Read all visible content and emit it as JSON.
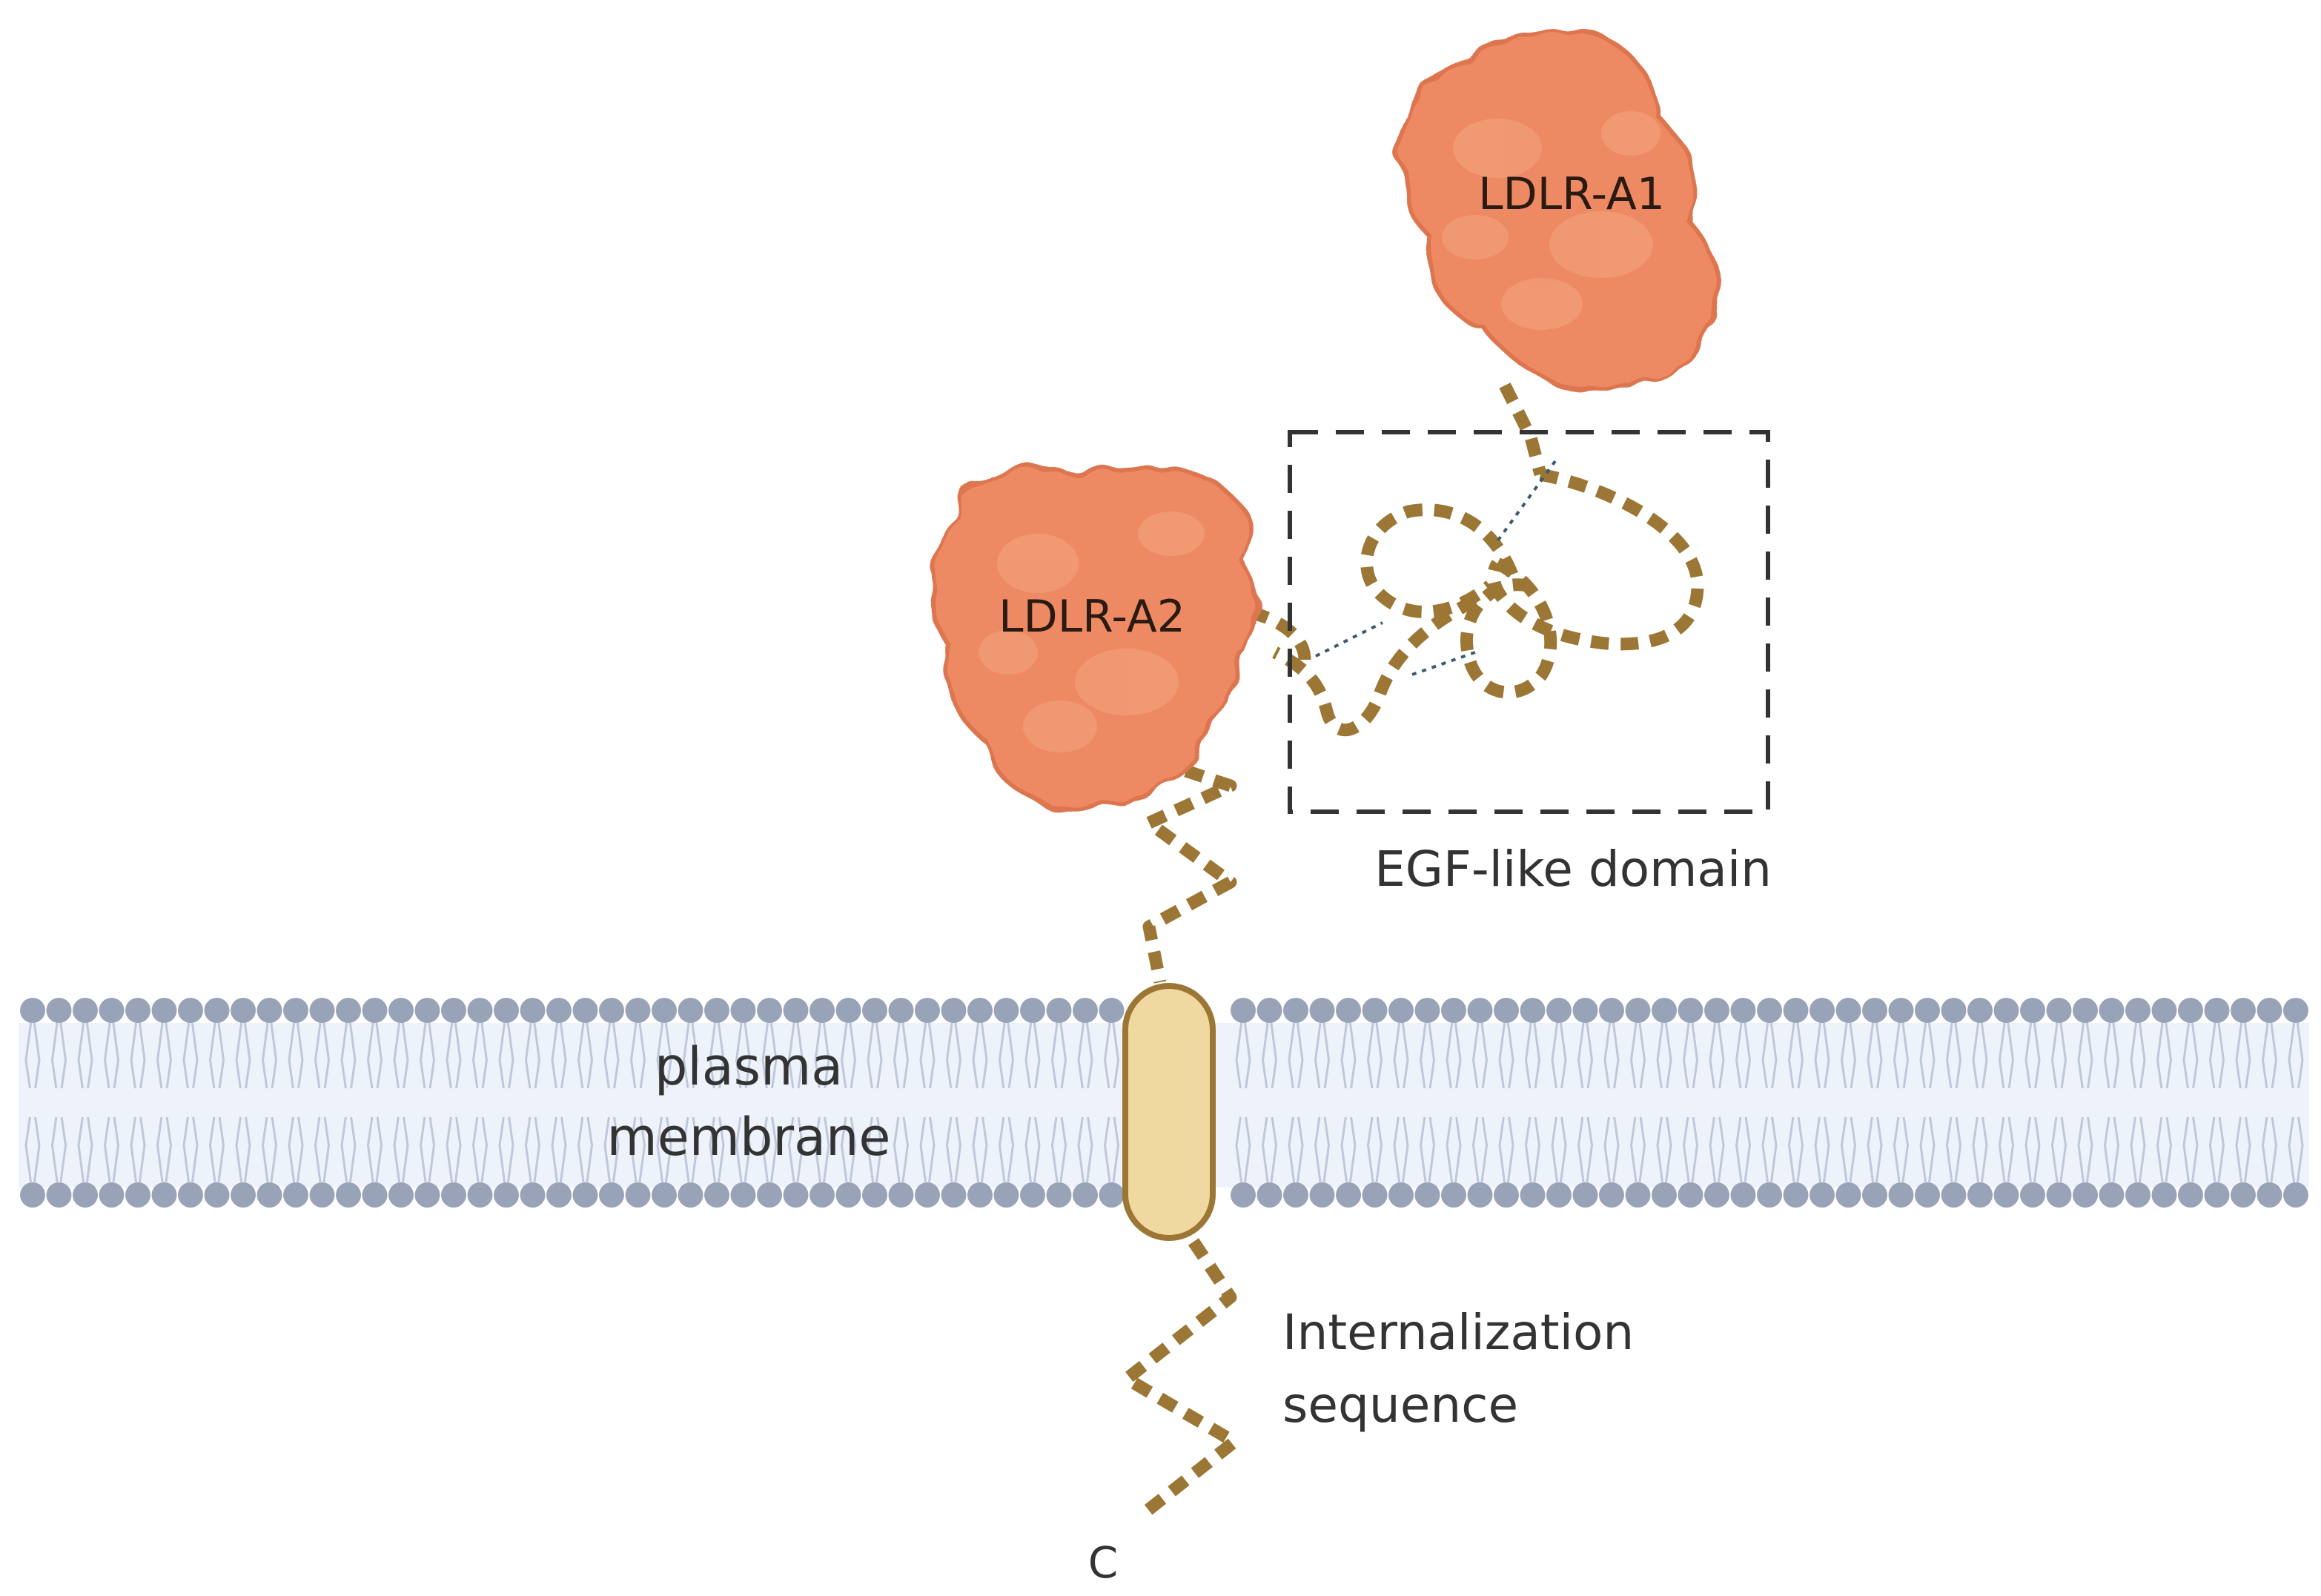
{
  "labels": {
    "domain_a1": "LDLR-A1",
    "domain_a2": "LDLR-A2",
    "egf": "EGF-like domain",
    "membrane_line1": "plasma",
    "membrane_line2": "membrane",
    "internal_line1": "Internalization",
    "internal_line2": "sequence",
    "terminus": "C"
  },
  "colors": {
    "protein": "#ee8a63",
    "protein_dark": "#dd7550",
    "protein_light": "#f4aa86",
    "linker": "#9c7634",
    "transmembrane_fill": "#f0d9a0",
    "transmembrane_stroke": "#9c7634",
    "lipid_head": "#98a3b8",
    "lipid_tail": "#bfc8da",
    "membrane_core": "#eef2fa",
    "egf_box": "#333333"
  }
}
